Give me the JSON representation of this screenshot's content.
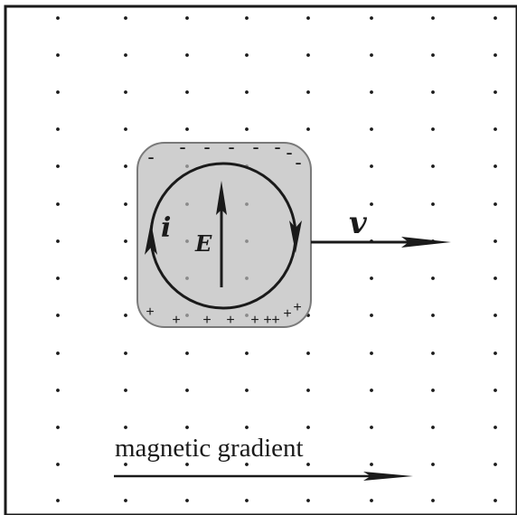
{
  "labels": {
    "current": "i",
    "field": "E",
    "velocity": "v",
    "gradient": "magnetic gradient"
  },
  "charges": {
    "top_symbol": "-",
    "top_count": 8,
    "bottom_symbol": "+",
    "bottom_count": 9
  },
  "colors": {
    "ink": "#1a1a1a",
    "dot": "#1a1a1a",
    "inner_dot": "#8a8a8a",
    "body_fill": "#cfcfcf",
    "body_stroke": "#7a7a7a",
    "background": "#ffffff"
  }
}
